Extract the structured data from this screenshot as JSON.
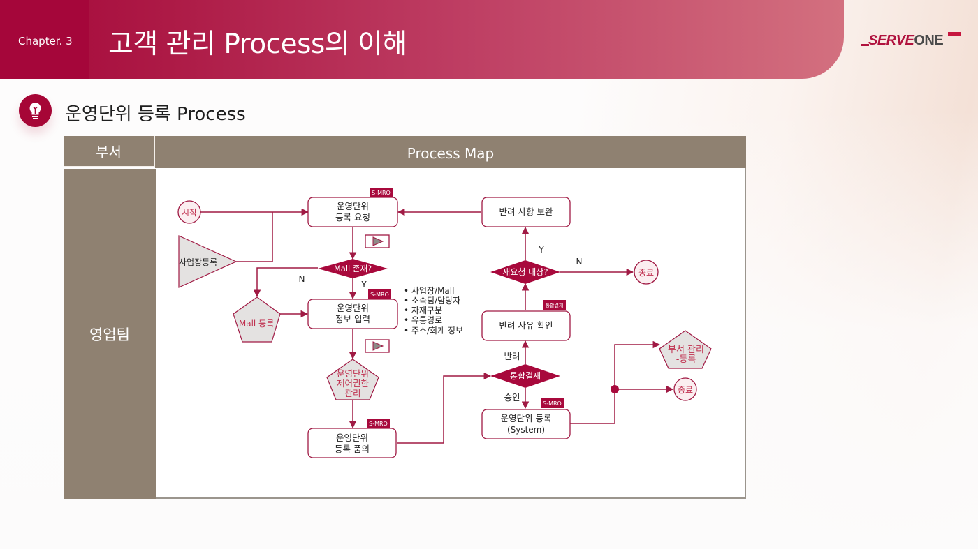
{
  "header": {
    "chapter": "Chapter. 3",
    "title": "고객 관리 Process의 이해",
    "logo": {
      "serve": "SERVE",
      "one": "ONE"
    }
  },
  "section": {
    "icon": "lightbulb-icon",
    "title": "운영단위 등록 Process"
  },
  "table": {
    "col_dept_header": "부서",
    "col_map_header": "Process Map",
    "department": "영업팀"
  },
  "colors": {
    "brand": "#a5083a",
    "flow_stroke": "#a01a44",
    "decision_fill": "#a8093c",
    "table_header": "#8f8171",
    "external_fill": "#e4e2e1"
  },
  "flow": {
    "start": "시작",
    "business_site": "사업장등록",
    "request": {
      "line1": "운영단위",
      "line2": "등록 요청",
      "tag": "S-MRO"
    },
    "mall_check": "Mall 존재?",
    "mall_register": "Mall 등록",
    "info_input": {
      "line1": "운영단위",
      "line2": "정보 입력",
      "tag": "S-MRO"
    },
    "info_items": [
      "사업장/Mall",
      "소속팀/담당자",
      "자재구분",
      "유통경로",
      "주소/회계 정보"
    ],
    "control": {
      "line1": "운영단위",
      "line2": "제어권한",
      "line3": "관리"
    },
    "approval_request": {
      "line1": "운영단위",
      "line2": "등록 품의",
      "tag": "S-MRO"
    },
    "integrated_approval": "통합결재",
    "reject_label": "반려",
    "approve_label": "승인",
    "system_register": {
      "line1": "운영단위 등록",
      "line2": "(System)",
      "tag": "S-MRO"
    },
    "reject_reason": {
      "label": "반려 사유 확인",
      "tag": "통합결재"
    },
    "re_request": "재요청 대상?",
    "supplement": "반려 사항 보완",
    "dept_register": {
      "line1": "부서 관리",
      "line2": "-등록"
    },
    "end": "종료",
    "yes": "Y",
    "no": "N"
  }
}
